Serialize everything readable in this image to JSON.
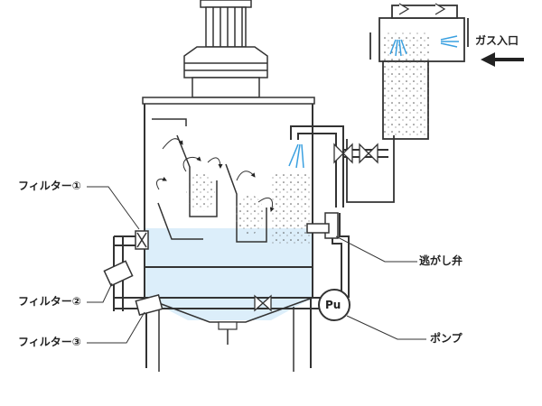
{
  "labels": {
    "gas_inlet": "ガス入口",
    "filter1": "フィルター①",
    "filter2": "フィルター②",
    "filter3": "フィルター③",
    "relief_valve": "逃がし弁",
    "pump": "ポンプ",
    "pump_symbol": "Pu"
  },
  "colors": {
    "line": "#333333",
    "water": "#dceefa",
    "spray": "#3aa0e0",
    "arrow": "#222222"
  },
  "icons": {
    "flow_arrow": "arrow-left-icon",
    "valve": "gate-valve-icon",
    "pump": "pump-icon"
  }
}
